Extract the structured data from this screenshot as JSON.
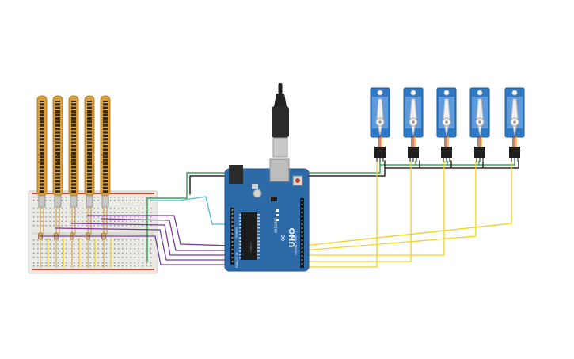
{
  "circuit": {
    "components": {
      "flex_sensor_count": 5,
      "servo_count": 5,
      "breadboard": "mini-breadboard",
      "board": "arduino-uno",
      "usb_cable": "usb-b-cable"
    },
    "arduino": {
      "logo_text": "∞",
      "model_text": "UNO",
      "brand_text": "ARDUINO",
      "digital_label": "DIGITAL (PWM ~)",
      "analog_label": "ANALOG IN",
      "power_label": "POWER",
      "chip_text": "ATMEGA"
    },
    "wire_colors": {
      "signal": "#f2d21a",
      "ground": "#2a2a2a",
      "power": "#35a853",
      "analog_a": "#7a3a9a",
      "analog_b": "#4fb8d6",
      "red": "#d53b2a"
    },
    "colors": {
      "board": "#2c6aa8",
      "servo_body": "#2f78c4",
      "flex_sensor": "#d79d3a"
    }
  }
}
